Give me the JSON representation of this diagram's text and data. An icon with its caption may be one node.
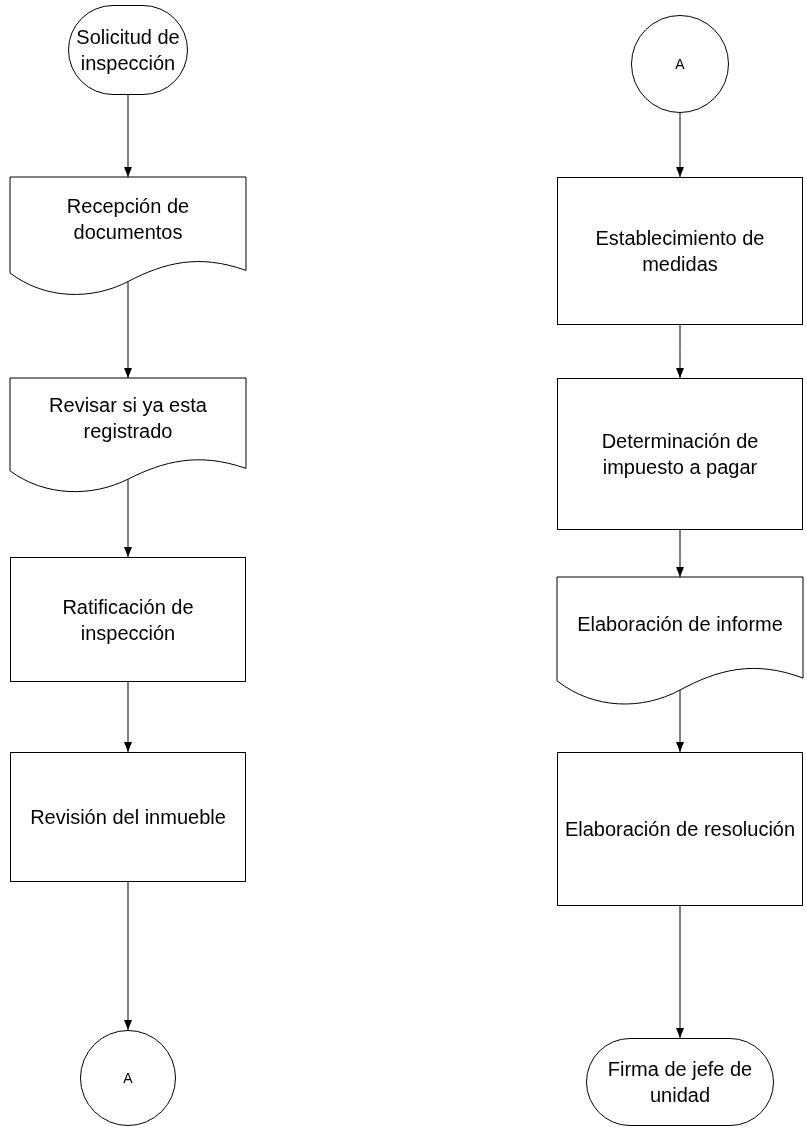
{
  "diagram": {
    "nodes": [
      {
        "text": [
          "Solicitud de inspección"
        ]
      },
      {
        "text": [
          "Recepción de documentos"
        ]
      },
      {
        "text": [
          "Revisar si ya esta registrado"
        ]
      },
      {
        "text": [
          "Ratificación de inspección"
        ]
      },
      {
        "text": [
          "Revisión del inmueble"
        ]
      },
      {
        "text": [
          "A"
        ]
      },
      {
        "text": [
          "A"
        ]
      },
      {
        "text": [
          "Establecimiento de medidas"
        ]
      },
      {
        "text": [
          "Determinación de impuesto a pagar"
        ]
      },
      {
        "text": [
          "Elaboración de informe"
        ]
      },
      {
        "text": [
          "Elaboración de resolución"
        ]
      },
      {
        "text": [
          "Firma de jefe de unidad"
        ]
      }
    ],
    "edges": [
      {
        "from": 0,
        "to": 1,
        "arrow": "to"
      },
      {
        "from": 1,
        "to": 2,
        "arrow": "to"
      },
      {
        "from": 2,
        "to": 3,
        "arrow": "to"
      },
      {
        "from": 3,
        "to": 4,
        "arrow": "to"
      },
      {
        "from": 4,
        "to": 5,
        "arrow": "to"
      },
      {
        "from": 6,
        "to": 7,
        "arrow": "to"
      },
      {
        "from": 7,
        "to": 8,
        "arrow": "to"
      },
      {
        "from": 8,
        "to": 9,
        "arrow": "to"
      },
      {
        "from": 9,
        "to": 10,
        "arrow": "to"
      },
      {
        "from": 10,
        "to": 11,
        "arrow": "to"
      }
    ]
  }
}
